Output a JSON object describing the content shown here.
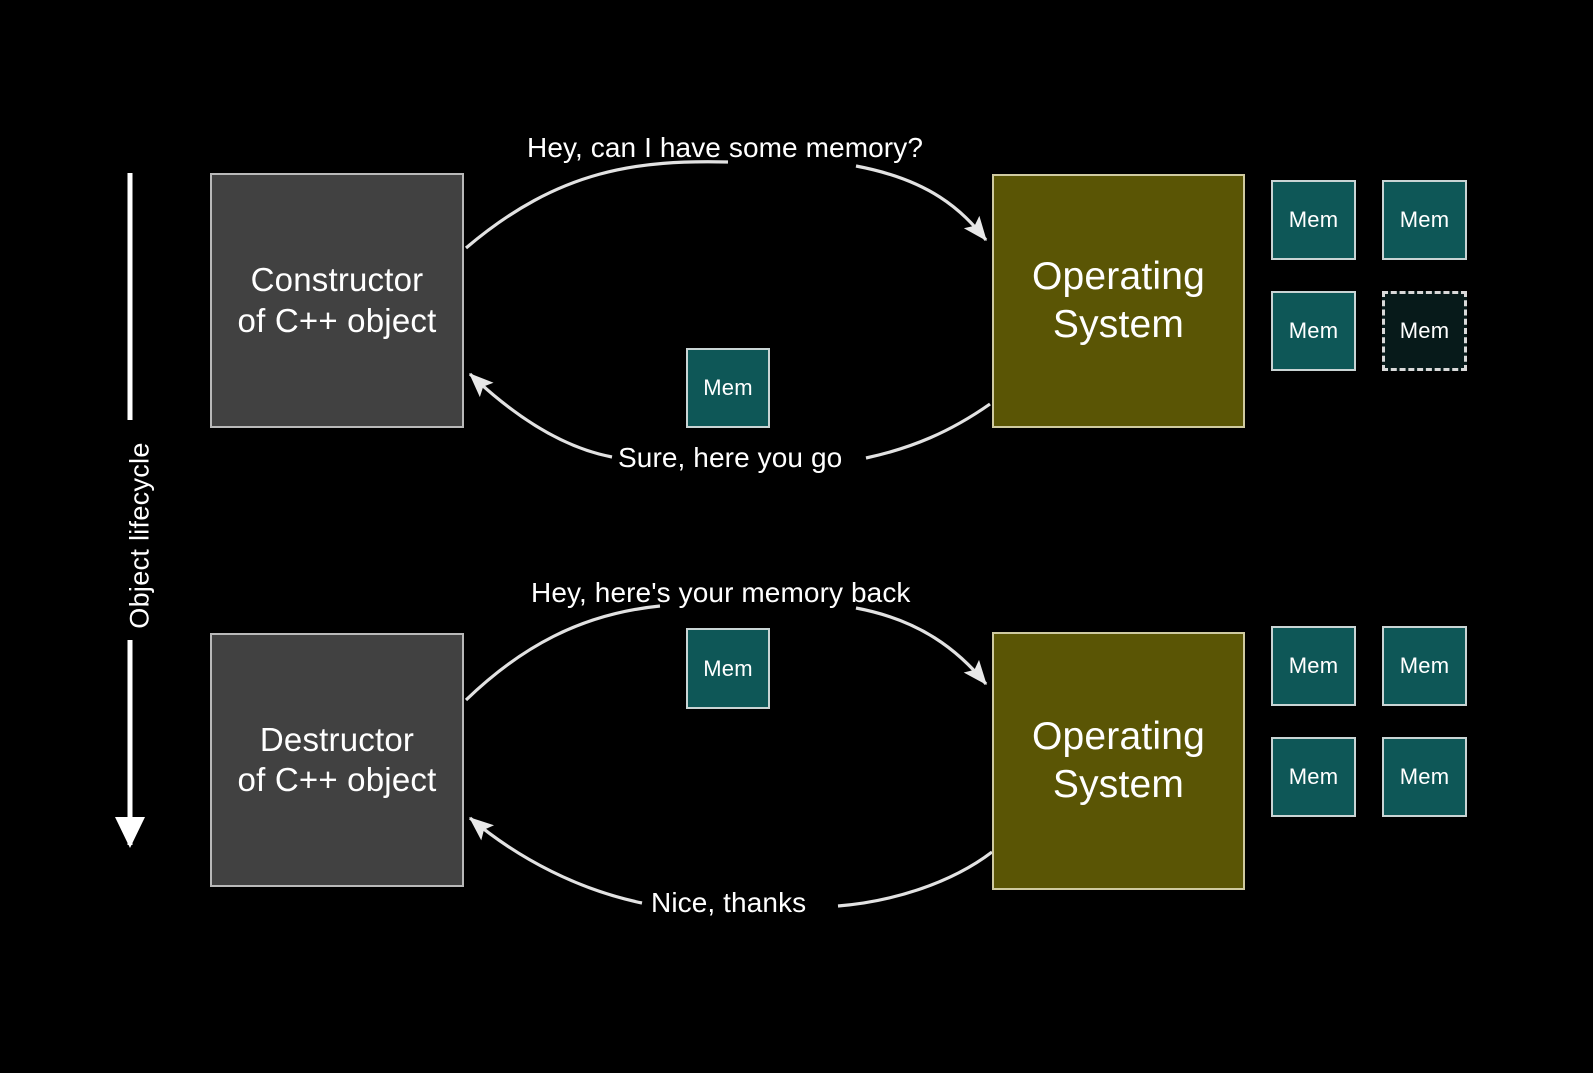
{
  "slide": {
    "background_color": "#000000",
    "lifecycle_axis": {
      "label": "Object lifecycle",
      "direction": "downward",
      "arrow_color": "#ffffff"
    },
    "colors": {
      "actor_gray_fill": "#414141",
      "actor_gray_border": "#b9b9b9",
      "actor_olive_fill": "#5a5505",
      "actor_olive_border": "#cfcaa0",
      "mem_fill": "#0e5757",
      "mem_border": "#c9d4d4",
      "mem_empty_fill": "#071a1a",
      "text": "#ffffff",
      "arrow": "#e6e6e6"
    },
    "sections": [
      {
        "id": "construction",
        "left_actor": {
          "name": "constructor-box",
          "label": "Constructor\nof C++ object",
          "style": "gray"
        },
        "right_actor": {
          "name": "operating-system-box-top",
          "label": "Operating\nSystem",
          "style": "olive"
        },
        "request_caption": "Hey, can I have some memory?",
        "response_caption": "Sure, here you go",
        "transferred_block": {
          "label": "Mem",
          "state": "allocated"
        },
        "memory_pool": [
          {
            "label": "Mem",
            "state": "free"
          },
          {
            "label": "Mem",
            "state": "free"
          },
          {
            "label": "Mem",
            "state": "free"
          },
          {
            "label": "Mem",
            "state": "handed-out"
          }
        ]
      },
      {
        "id": "destruction",
        "left_actor": {
          "name": "destructor-box",
          "label": "Destructor\nof C++ object",
          "style": "gray"
        },
        "right_actor": {
          "name": "operating-system-box-bottom",
          "label": "Operating\nSystem",
          "style": "olive"
        },
        "request_caption": "Hey, here's your memory back",
        "response_caption": "Nice, thanks",
        "transferred_block": {
          "label": "Mem",
          "state": "returning"
        },
        "memory_pool": [
          {
            "label": "Mem",
            "state": "free"
          },
          {
            "label": "Mem",
            "state": "free"
          },
          {
            "label": "Mem",
            "state": "free"
          },
          {
            "label": "Mem",
            "state": "free"
          }
        ]
      }
    ]
  }
}
